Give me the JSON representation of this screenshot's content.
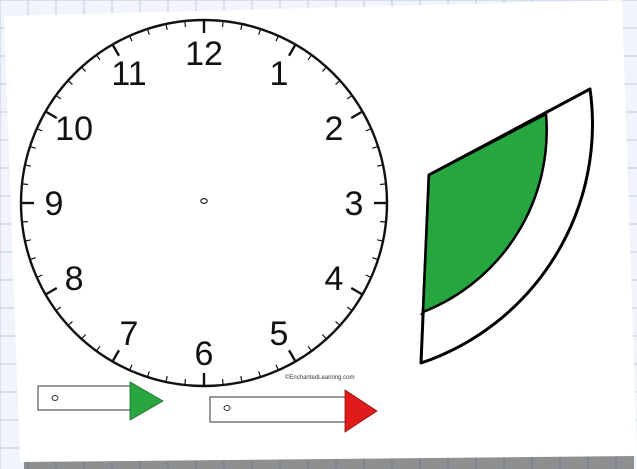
{
  "clock": {
    "numerals": [
      "12",
      "1",
      "2",
      "3",
      "4",
      "5",
      "6",
      "7",
      "8",
      "9",
      "10",
      "11"
    ],
    "tick_count": 60,
    "credit_text": "©EnchantedLearning.com"
  },
  "hands": {
    "minute_hand_color": "#e01b1b",
    "hour_hand_color": "#2aa640"
  },
  "wedge": {
    "fill_color": "#26a63f",
    "outline_color": "#000000"
  },
  "colors": {
    "grid_line": "#b9c9e3",
    "paper": "#ffffff"
  }
}
